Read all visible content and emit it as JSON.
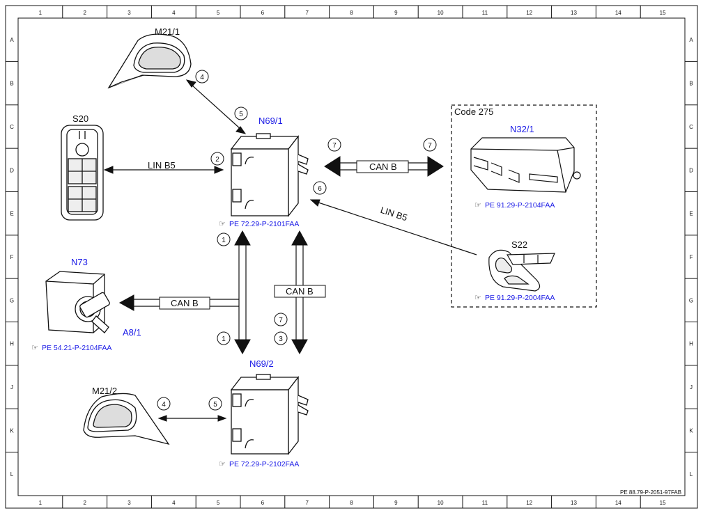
{
  "grid": {
    "columns": [
      "1",
      "2",
      "3",
      "4",
      "5",
      "6",
      "7",
      "8",
      "9",
      "10",
      "11",
      "12",
      "13",
      "14",
      "15"
    ],
    "rows": [
      "A",
      "B",
      "C",
      "D",
      "E",
      "F",
      "G",
      "H",
      "J",
      "K",
      "L"
    ]
  },
  "components": {
    "m21_1": "M21/1",
    "m21_2": "M21/2",
    "s20": "S20",
    "n69_1": "N69/1",
    "n69_2": "N69/2",
    "n73": "N73",
    "a8_1": "A8/1",
    "n32_1": "N32/1",
    "s22": "S22"
  },
  "option_box": {
    "label": "Code 275"
  },
  "refs": {
    "n69_1": "PE 72.29-P-2101FAA",
    "n69_2": "PE 72.29-P-2102FAA",
    "n73": "PE 54.21-P-2104FAA",
    "n32_1": "PE 91.29-P-2104FAA",
    "s22": "PE 91.29-P-2004FAA"
  },
  "bus_labels": {
    "lin_s20": "LIN B5",
    "lin_s22": "LIN B5",
    "can_n32": "CAN B",
    "can_n73": "CAN B",
    "can_vertical": "CAN B"
  },
  "numbers": {
    "m21_1_arrow_top": "4",
    "m21_1_arrow_bottom": "5",
    "s20_arrow": "2",
    "can_left": "7",
    "can_right": "7",
    "s22_lin": "6",
    "vert_left_top": "1",
    "vert_left_bottom": "1",
    "vert_right_top": "7",
    "vert_right_bottom": "3",
    "m21_2_left": "4",
    "m21_2_right": "5"
  },
  "footer": {
    "doc_id": "PE 88.79-P-2051-97FAB"
  },
  "colors": {
    "label_blue": "#1a1ae6",
    "line": "#111111"
  },
  "icons": {
    "ref_hand": "pointing-hand-icon"
  }
}
